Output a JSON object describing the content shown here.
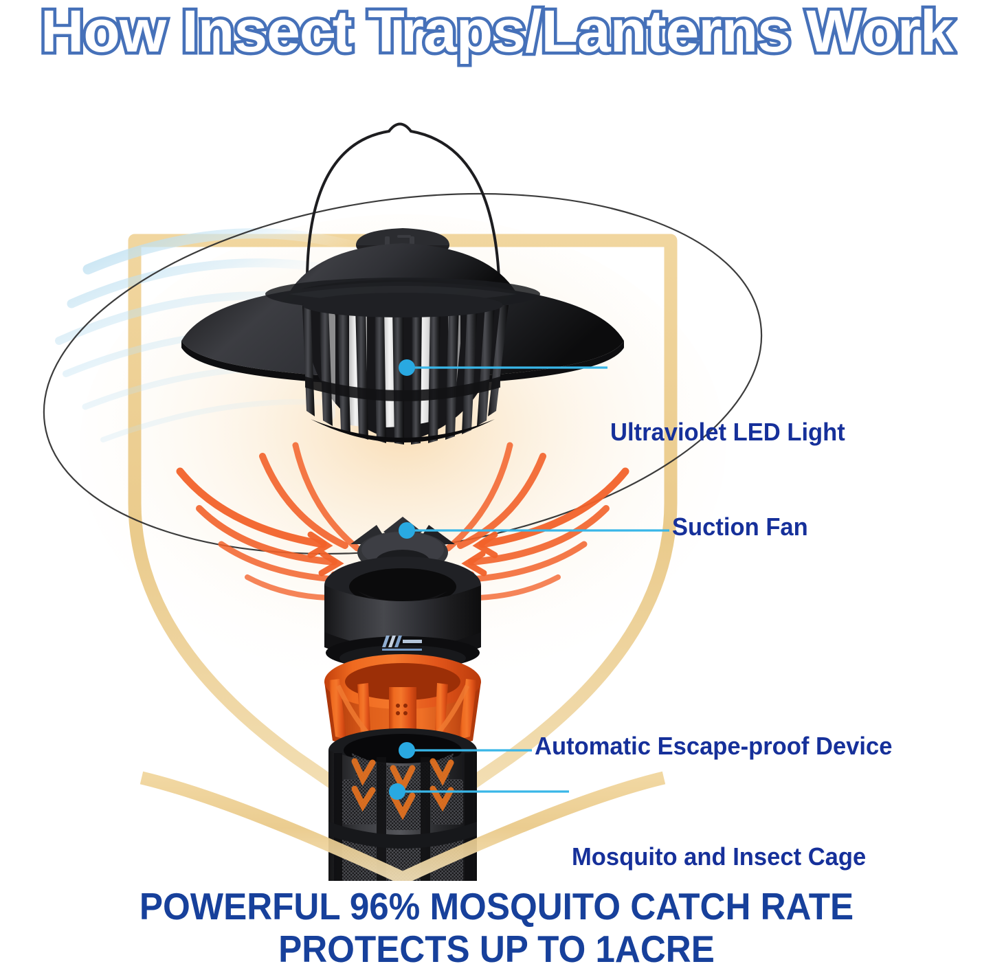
{
  "title": {
    "text": "How Insect Traps/Lanterns Work",
    "fill_color": "#ffffff",
    "outline_color": "#4671b9"
  },
  "callouts": [
    {
      "id": "uv",
      "label": "Ultraviolet LED Light",
      "dot_color": "#29a9e1",
      "line_color": "#39b6e8"
    },
    {
      "id": "fan",
      "label": "Suction Fan",
      "dot_color": "#29a9e1",
      "line_color": "#39b6e8"
    },
    {
      "id": "esc",
      "label": "Automatic Escape-proof Device",
      "dot_color": "#29a9e1",
      "line_color": "#39b6e8"
    },
    {
      "id": "cage",
      "label": "Mosquito and Insect Cage",
      "dot_color": "#29a9e1",
      "line_color": "#39b6e8"
    }
  ],
  "footer": {
    "line1": "POWERFUL 96% MOSQUITO CATCH RATE",
    "line2": "PROTECTS UP TO 1ACRE",
    "color": "#17409b"
  },
  "product": {
    "name": "insect-trap-lantern",
    "parts": [
      "hanging-wire-handle",
      "black-dome-canopy",
      "uv-led-slatted-cage",
      "suction-fan-propeller",
      "fan-housing-with-logo",
      "orange-escape-proof-funnel",
      "black-mesh-collection-cage"
    ],
    "body_color": "#1c1c1e",
    "accent_color": "#e8601c"
  },
  "background_graphics": {
    "shield_color": "#edcf90",
    "airflow_ring_color": "#3a3a3a",
    "cool_swirl_color": "#bcdff0",
    "warm_glow_color": "#f7e5c6",
    "suction_arrow_color": "#f2622a"
  }
}
